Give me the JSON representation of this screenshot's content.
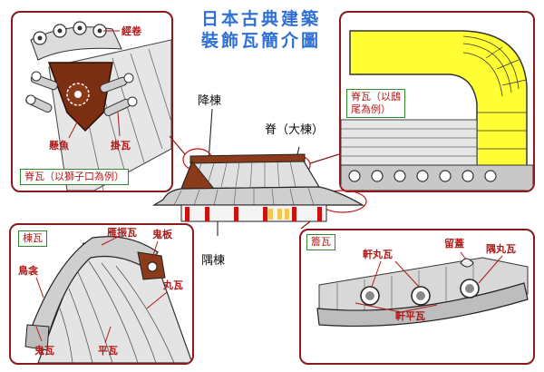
{
  "title": {
    "line1": "日本古典建築",
    "line2": "裝飾瓦簡介圖"
  },
  "main_labels": {
    "ridge_end": "降棟",
    "ridge": "脊（大棟）",
    "corner_ridge": "隅棟"
  },
  "panel_top_left": {
    "tag": "脊瓦（以獅子口為例）",
    "labels": {
      "kyo": "經卷",
      "kengyo": "懸魚",
      "kakegawara": "掛瓦"
    }
  },
  "panel_top_right": {
    "tag_line1": "脊瓦（以鴟",
    "tag_line2": "尾為例）"
  },
  "panel_bottom_left": {
    "tag": "棟瓦",
    "labels": {
      "gangburi": "雁振瓦",
      "oniita": "鬼板",
      "tobusuma": "鳥衾",
      "marugawara": "丸瓦",
      "onigawara": "鬼瓦",
      "hiragawara": "平瓦"
    }
  },
  "panel_bottom_right": {
    "tag": "簷瓦",
    "labels": {
      "nokimaru": "軒丸瓦",
      "tomebuta": "留蓋",
      "sumimaru": "隅丸瓦",
      "nokihira": "軒平瓦"
    }
  },
  "colors": {
    "frame": "#8b1a1a",
    "title": "#2f6fd6",
    "label": "#b01818",
    "tag_border": "#2e8b2e",
    "roof_brown": "#8b3a1a",
    "chiwen_yellow": "#ffff33",
    "pillar_red": "#cc1111"
  }
}
